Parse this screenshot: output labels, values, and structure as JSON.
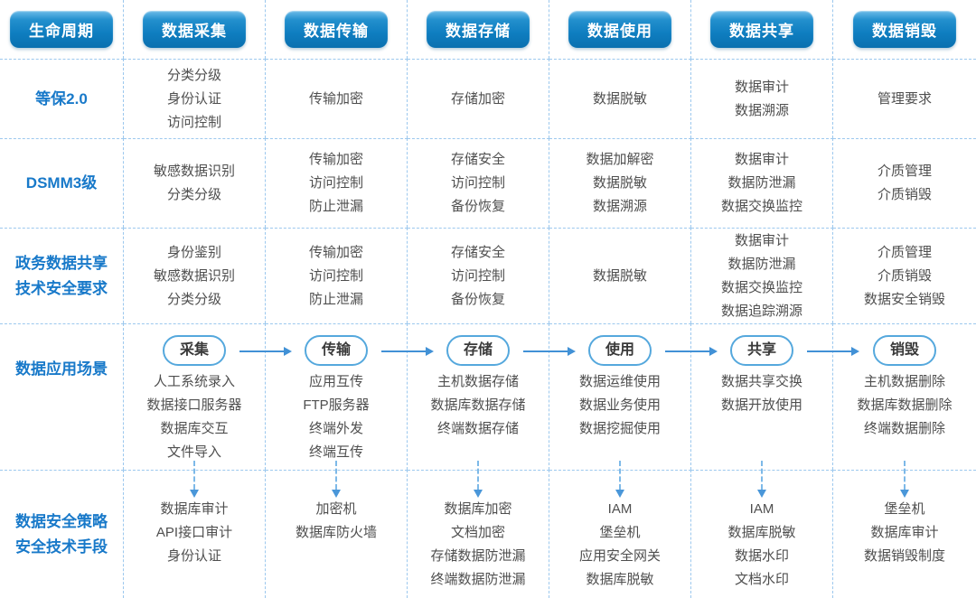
{
  "colors": {
    "header_gradient_top": "#6dbce9",
    "header_gradient_bottom": "#0a70b0",
    "label_blue": "#1879c9",
    "cell_text": "#4f4f4f",
    "grid_line": "#9cc8ee",
    "arrow_blue": "#4191d6",
    "pill_border": "#55a8dd"
  },
  "header": {
    "columns": [
      "生命周期",
      "数据采集",
      "数据传输",
      "数据存储",
      "数据使用",
      "数据共享",
      "数据销毁"
    ]
  },
  "standards_rows": [
    {
      "label_lines": [
        "等保2.0"
      ],
      "cells": [
        [
          "分类分级",
          "身份认证",
          "访问控制"
        ],
        [
          "传输加密"
        ],
        [
          "存储加密"
        ],
        [
          "数据脱敏"
        ],
        [
          "数据审计",
          "数据溯源"
        ],
        [
          "管理要求"
        ]
      ]
    },
    {
      "label_lines": [
        "DSMM3级"
      ],
      "cells": [
        [
          "敏感数据识别",
          "分类分级"
        ],
        [
          "传输加密",
          "访问控制",
          "防止泄漏"
        ],
        [
          "存储安全",
          "访问控制",
          "备份恢复"
        ],
        [
          "数据加解密",
          "数据脱敏",
          "数据溯源"
        ],
        [
          "数据审计",
          "数据防泄漏",
          "数据交换监控"
        ],
        [
          "介质管理",
          "介质销毁"
        ]
      ]
    },
    {
      "label_lines": [
        "政务数据共享",
        "技术安全要求"
      ],
      "cells": [
        [
          "身份鉴别",
          "敏感数据识别",
          "分类分级"
        ],
        [
          "传输加密",
          "访问控制",
          "防止泄漏"
        ],
        [
          "存储安全",
          "访问控制",
          "备份恢复"
        ],
        [
          "数据脱敏"
        ],
        [
          "数据审计",
          "数据防泄漏",
          "数据交换监控",
          "数据追踪溯源"
        ],
        [
          "介质管理",
          "介质销毁",
          "数据安全销毁"
        ]
      ]
    }
  ],
  "scenario_row": {
    "label_lines": [
      "数据应用场景"
    ],
    "stages": [
      {
        "pill": "采集",
        "items": [
          "人工系统录入",
          "数据接口服务器",
          "数据库交互",
          "文件导入"
        ]
      },
      {
        "pill": "传输",
        "items": [
          "应用互传",
          "FTP服务器",
          "终端外发",
          "终端互传"
        ]
      },
      {
        "pill": "存储",
        "items": [
          "主机数据存储",
          "数据库数据存储",
          "终端数据存储"
        ]
      },
      {
        "pill": "使用",
        "items": [
          "数据运维使用",
          "数据业务使用",
          "数据挖掘使用"
        ]
      },
      {
        "pill": "共享",
        "items": [
          "数据共享交换",
          "数据开放使用"
        ]
      },
      {
        "pill": "销毁",
        "items": [
          "主机数据删除",
          "数据库数据删除",
          "终端数据删除"
        ]
      }
    ]
  },
  "security_row": {
    "label_lines": [
      "数据安全策略",
      "安全技术手段"
    ],
    "cells": [
      [
        "数据库审计",
        "API接口审计",
        "身份认证"
      ],
      [
        "加密机",
        "数据库防火墙"
      ],
      [
        "数据库加密",
        "文档加密",
        "存储数据防泄漏",
        "终端数据防泄漏"
      ],
      [
        "IAM",
        "堡垒机",
        "应用安全网关",
        "数据库脱敏"
      ],
      [
        "IAM",
        "数据库脱敏",
        "数据水印",
        "文档水印"
      ],
      [
        "堡垒机",
        "数据库审计",
        "数据销毁制度"
      ]
    ]
  }
}
